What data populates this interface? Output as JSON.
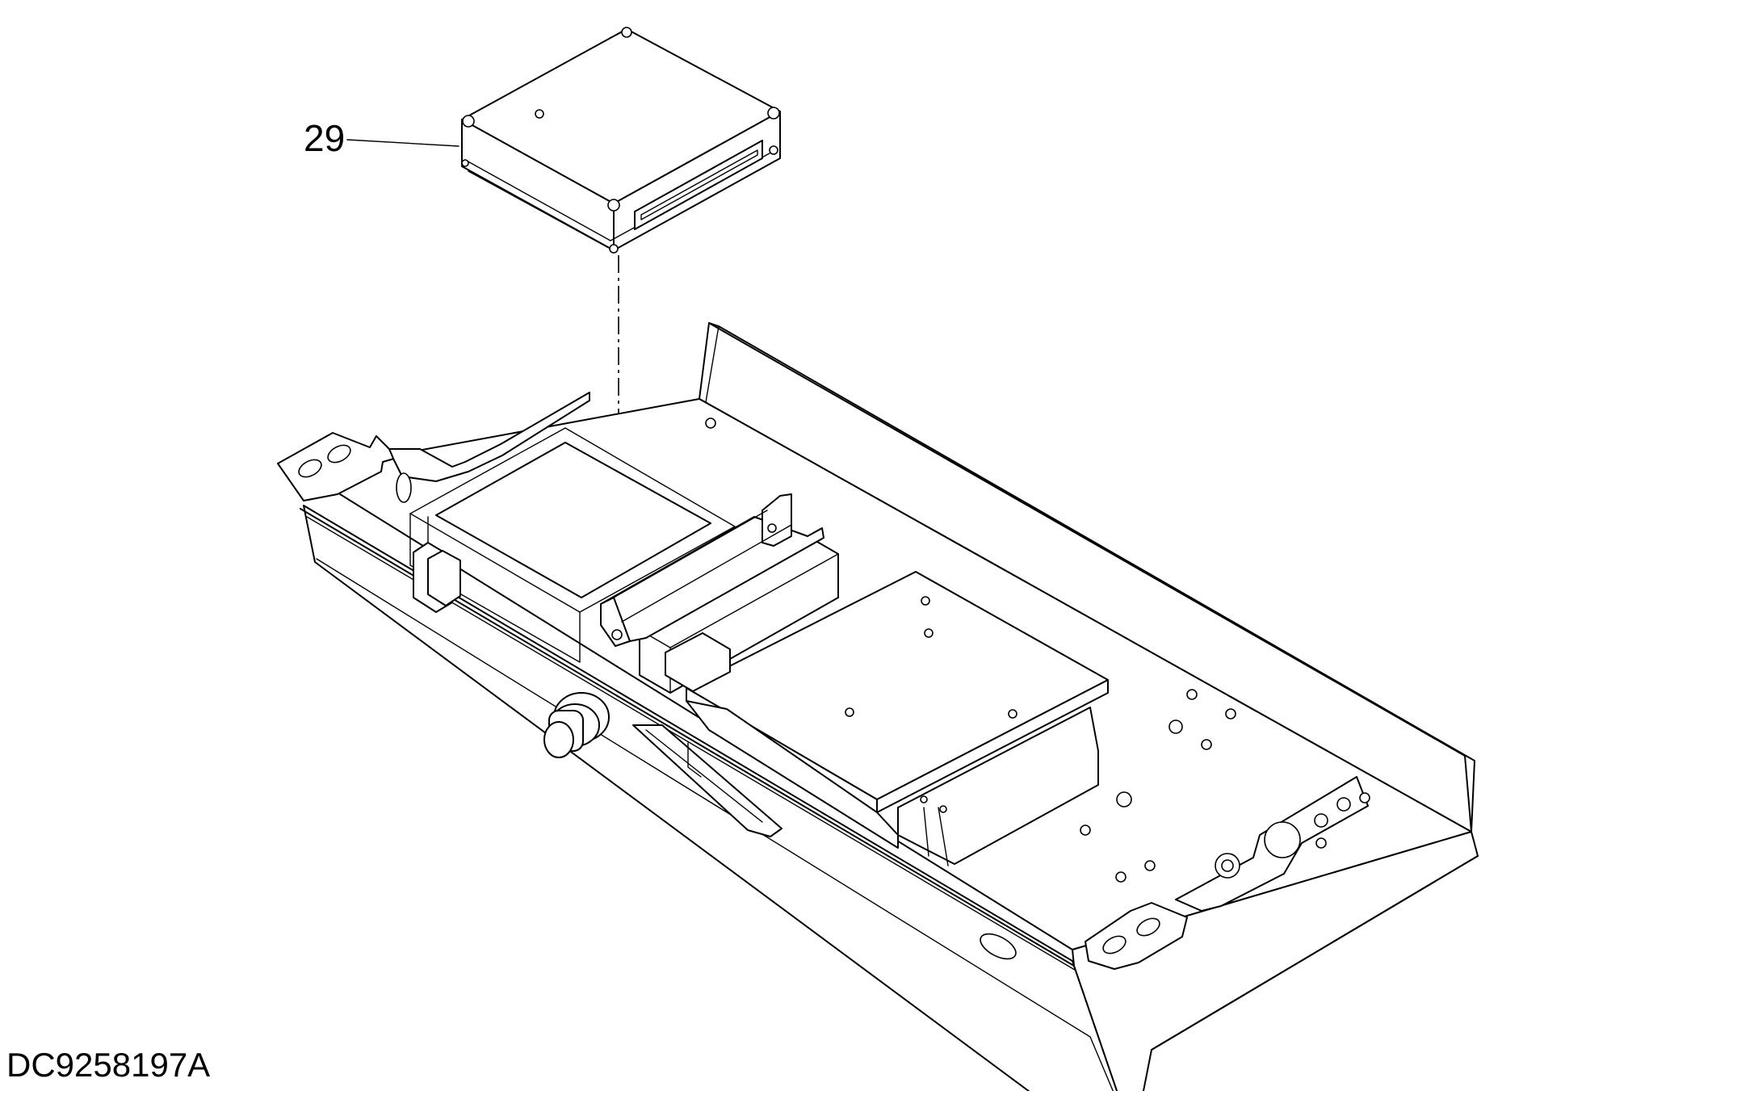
{
  "drawing": {
    "callouts": [
      {
        "number": "29",
        "part": "controller-unit"
      }
    ],
    "drawing_id": "DC9258197A"
  },
  "colors": {
    "line": "#000000",
    "background": "#ffffff"
  }
}
